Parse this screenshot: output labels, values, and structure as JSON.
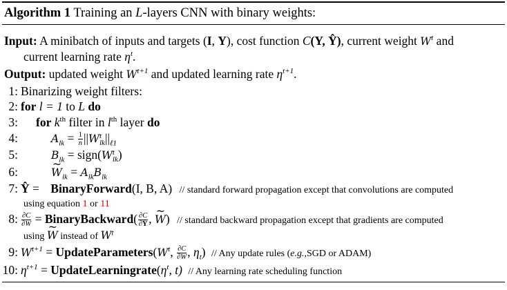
{
  "header": {
    "label": "Algorithm 1",
    "title_pre": "Training an ",
    "title_var": "L",
    "title_post": "-layers CNN with binary weights:"
  },
  "input": {
    "label": "Input:",
    "text1": "A minibatch of inputs and targets (",
    "I": "I",
    "comma": ", ",
    "Y": "Y",
    "text2": "), cost function ",
    "C": "C",
    "args": "(Y, Ŷ)",
    "text3": ", current weight ",
    "W": "W",
    "t_sup": "t",
    "and": " and",
    "line2_pre": "current learning rate ",
    "eta": "η",
    "line2_post": "."
  },
  "output": {
    "label": "Output:",
    "text1": "updated weight ",
    "W": "W",
    "t1": "t+1",
    "text2": " and updated learning rate ",
    "eta": "η",
    "end": "."
  },
  "steps": {
    "s1": {
      "num": "1:",
      "text": "Binarizing weight filters:"
    },
    "s2": {
      "num": "2:",
      "kw_for": "for",
      "expr": "l = 1",
      "to": "to",
      "L": "L",
      "kw_do": "do"
    },
    "s3": {
      "num": "3:",
      "kw_for": "for",
      "k": "k",
      "th": "th",
      "mid": " filter in ",
      "l": "l",
      "th2": "th",
      "layer": " layer ",
      "kw_do": "do"
    },
    "s4": {
      "num": "4:",
      "A": "A",
      "lk": "lk",
      "eq": " = ",
      "fn": "1",
      "fd": "n",
      "norm_pre": "||",
      "W": "W",
      "wsup": "t",
      "wsub": "lk",
      "norm_post": "||",
      "l1": "ℓ1"
    },
    "s5": {
      "num": "5:",
      "B": "B",
      "lk": "lk",
      "eq": " = sign(",
      "W": "W",
      "wsup": "t",
      "wsub": "lk",
      "close": ")"
    },
    "s6": {
      "num": "6:",
      "W": "W",
      "lk": "lk",
      "eq": " = ",
      "A": "A",
      "lk2": "lk",
      "B": "B",
      "lk3": "lk"
    },
    "s7": {
      "num": "7:",
      "Yh": "Ŷ",
      "eq": " = ",
      "fn": "BinaryForward",
      "args": "(I, B, A)",
      "comment": "// standard forward propagation except that convolutions are computed",
      "cont_pre": "using equation ",
      "ref1": "1",
      "or": " or ",
      "ref2": "11"
    },
    "s8": {
      "num": "8:",
      "fn1": "∂C",
      "fd1": "∂W",
      "eq": " = ",
      "fn": "BinaryBackward",
      "open": "(",
      "fn2": "∂C",
      "fd2": "∂Ŷ",
      "mid": ", ",
      "W": "W",
      "close": ")",
      "comment": "// standard backward propagation except that gradients are computed",
      "cont_pre": "using ",
      "cont_W": "W",
      "cont_mid": " instead of ",
      "cont_W2": "W",
      "cont_sup": "t"
    },
    "s9": {
      "num": "9:",
      "W": "W",
      "sup": "t+1",
      "eq": " = ",
      "fn": "UpdateParameters",
      "open": "(",
      "W2": "W",
      "sup2": "t",
      "c1": ", ",
      "fn2": "∂C",
      "fd2": "∂W",
      "c2": ", ",
      "eta": "η",
      "etasub": "t",
      "close": ")",
      "comment": "// Any update rules (",
      "eg": "e.g.,",
      "comment2": "SGD or ADAM)"
    },
    "s10": {
      "num": "10:",
      "eta": "η",
      "sup": "t+1",
      "eq": " = ",
      "fn": "UpdateLearningrate",
      "args_open": "(",
      "eta2": "η",
      "sup2": "t",
      "args_close": ", t)",
      "comment": "//  Any learning rate scheduling function"
    }
  }
}
